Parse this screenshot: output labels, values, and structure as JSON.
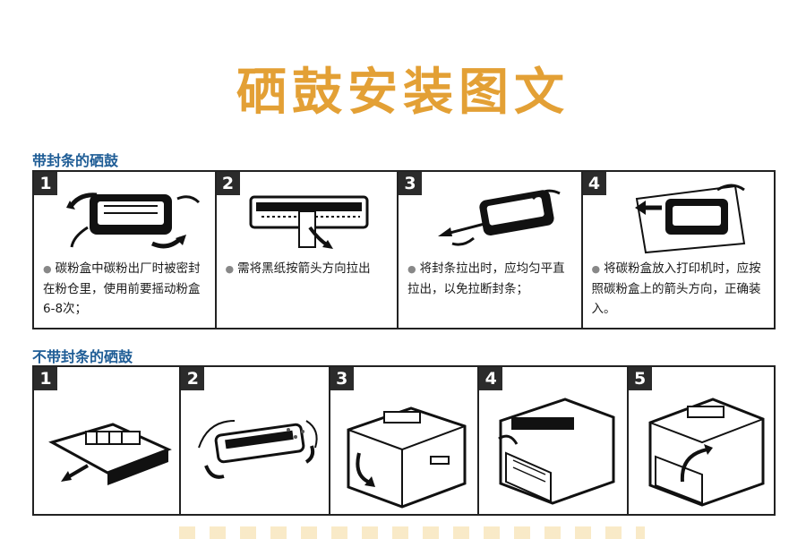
{
  "title": "硒鼓安装图文",
  "section1": {
    "label": "带封条的硒鼓",
    "panels": [
      {
        "number": "1",
        "caption": "碳粉盒中碳粉出厂时被密封在粉仓里，使用前要摇动粉盒6-8次；",
        "icon": "shake-cartridge-illustration"
      },
      {
        "number": "2",
        "caption": "需将黑纸按箭头方向拉出",
        "icon": "pull-black-paper-illustration"
      },
      {
        "number": "3",
        "caption": "将封条拉出时，应均匀平直拉出，以免拉断封条；",
        "icon": "pull-seal-strip-illustration"
      },
      {
        "number": "4",
        "caption": "将碳粉盒放入打印机时，应按照碳粉盒上的箭头方向，正确装入。",
        "icon": "insert-cartridge-illustration"
      }
    ]
  },
  "section2": {
    "label": "不带封条的硒鼓",
    "panels": [
      {
        "number": "1",
        "icon": "remove-cartridge-illustration"
      },
      {
        "number": "2",
        "icon": "shake-cartridge-illustration"
      },
      {
        "number": "3",
        "icon": "open-printer-front-illustration"
      },
      {
        "number": "4",
        "icon": "printer-open-cover-illustration"
      },
      {
        "number": "5",
        "icon": "insert-into-printer-illustration"
      }
    ]
  },
  "colors": {
    "title": "#e3a035",
    "section_label": "#1f5d96",
    "border": "#222222"
  }
}
